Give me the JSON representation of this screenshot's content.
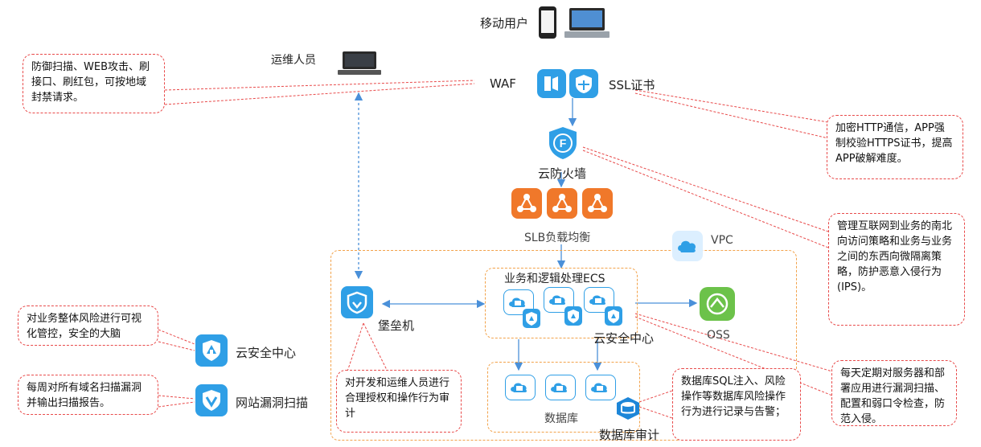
{
  "nodes": {
    "mobile_users": "移动用户",
    "ops_staff": "运维人员",
    "waf": "WAF",
    "ssl": "SSL证书",
    "cloud_firewall": "云防火墙",
    "slb": "SLB负载均衡",
    "vpc": "VPC",
    "business_ecs": "业务和逻辑处理ECS",
    "bastion": "堡垒机",
    "cloud_security_center_inner": "云安全中心",
    "oss": "OSS",
    "database": "数据库",
    "db_audit": "数据库审计",
    "cloud_security_center_side": "云安全中心",
    "web_vuln_scan": "网站漏洞扫描"
  },
  "notes": {
    "waf_note": "防御扫描、WEB攻击、刷接口、刷红包，可按地域封禁请求。",
    "ssl_note": "加密HTTP通信，APP强制校验HTTPS证书，提高APP破解难度。",
    "firewall_note": "管理互联网到业务的南北向访问策略和业务与业务之间的东西向微隔离策略，防护恶意入侵行为(IPS)。",
    "scan_servers_note": "每天定期对服务器和部署应用进行漏洞扫描、配置和弱口令检查，防范入侵。",
    "db_audit_note": "数据库SQL注入、风险操作等数据库风险操作行为进行记录与告警；",
    "bastion_note": "对开发和运维人员进行合理授权和操作行为审计",
    "security_center_note": "对业务整体风险进行可视化管控，安全的大脑",
    "vuln_scan_note": "每周对所有域名扫描漏洞并输出扫描报告。"
  },
  "colors": {
    "accent_blue": "#2f9fe6",
    "accent_orange": "#f0782a",
    "oss_green": "#6cc24a",
    "note_border": "#e84a4a",
    "zone_border": "#f2a24a"
  }
}
